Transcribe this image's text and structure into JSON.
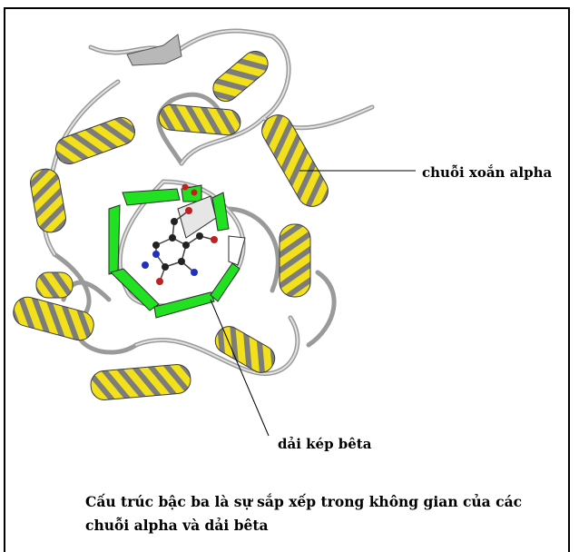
{
  "labels": {
    "alpha_helix": "chuỗi xoắn alpha",
    "beta_sheet": "dải kép bêta"
  },
  "caption": {
    "line1": "Cấu trúc bậc ba là sự sắp xếp trong không gian của các",
    "line2": "chuỗi alpha và dải bêta"
  },
  "colors": {
    "helix": "#f2e11a",
    "helix_shade": "#8a8a8a",
    "sheet": "#22e022",
    "coil": "#bdbdbd",
    "coil_edge": "#555555"
  }
}
